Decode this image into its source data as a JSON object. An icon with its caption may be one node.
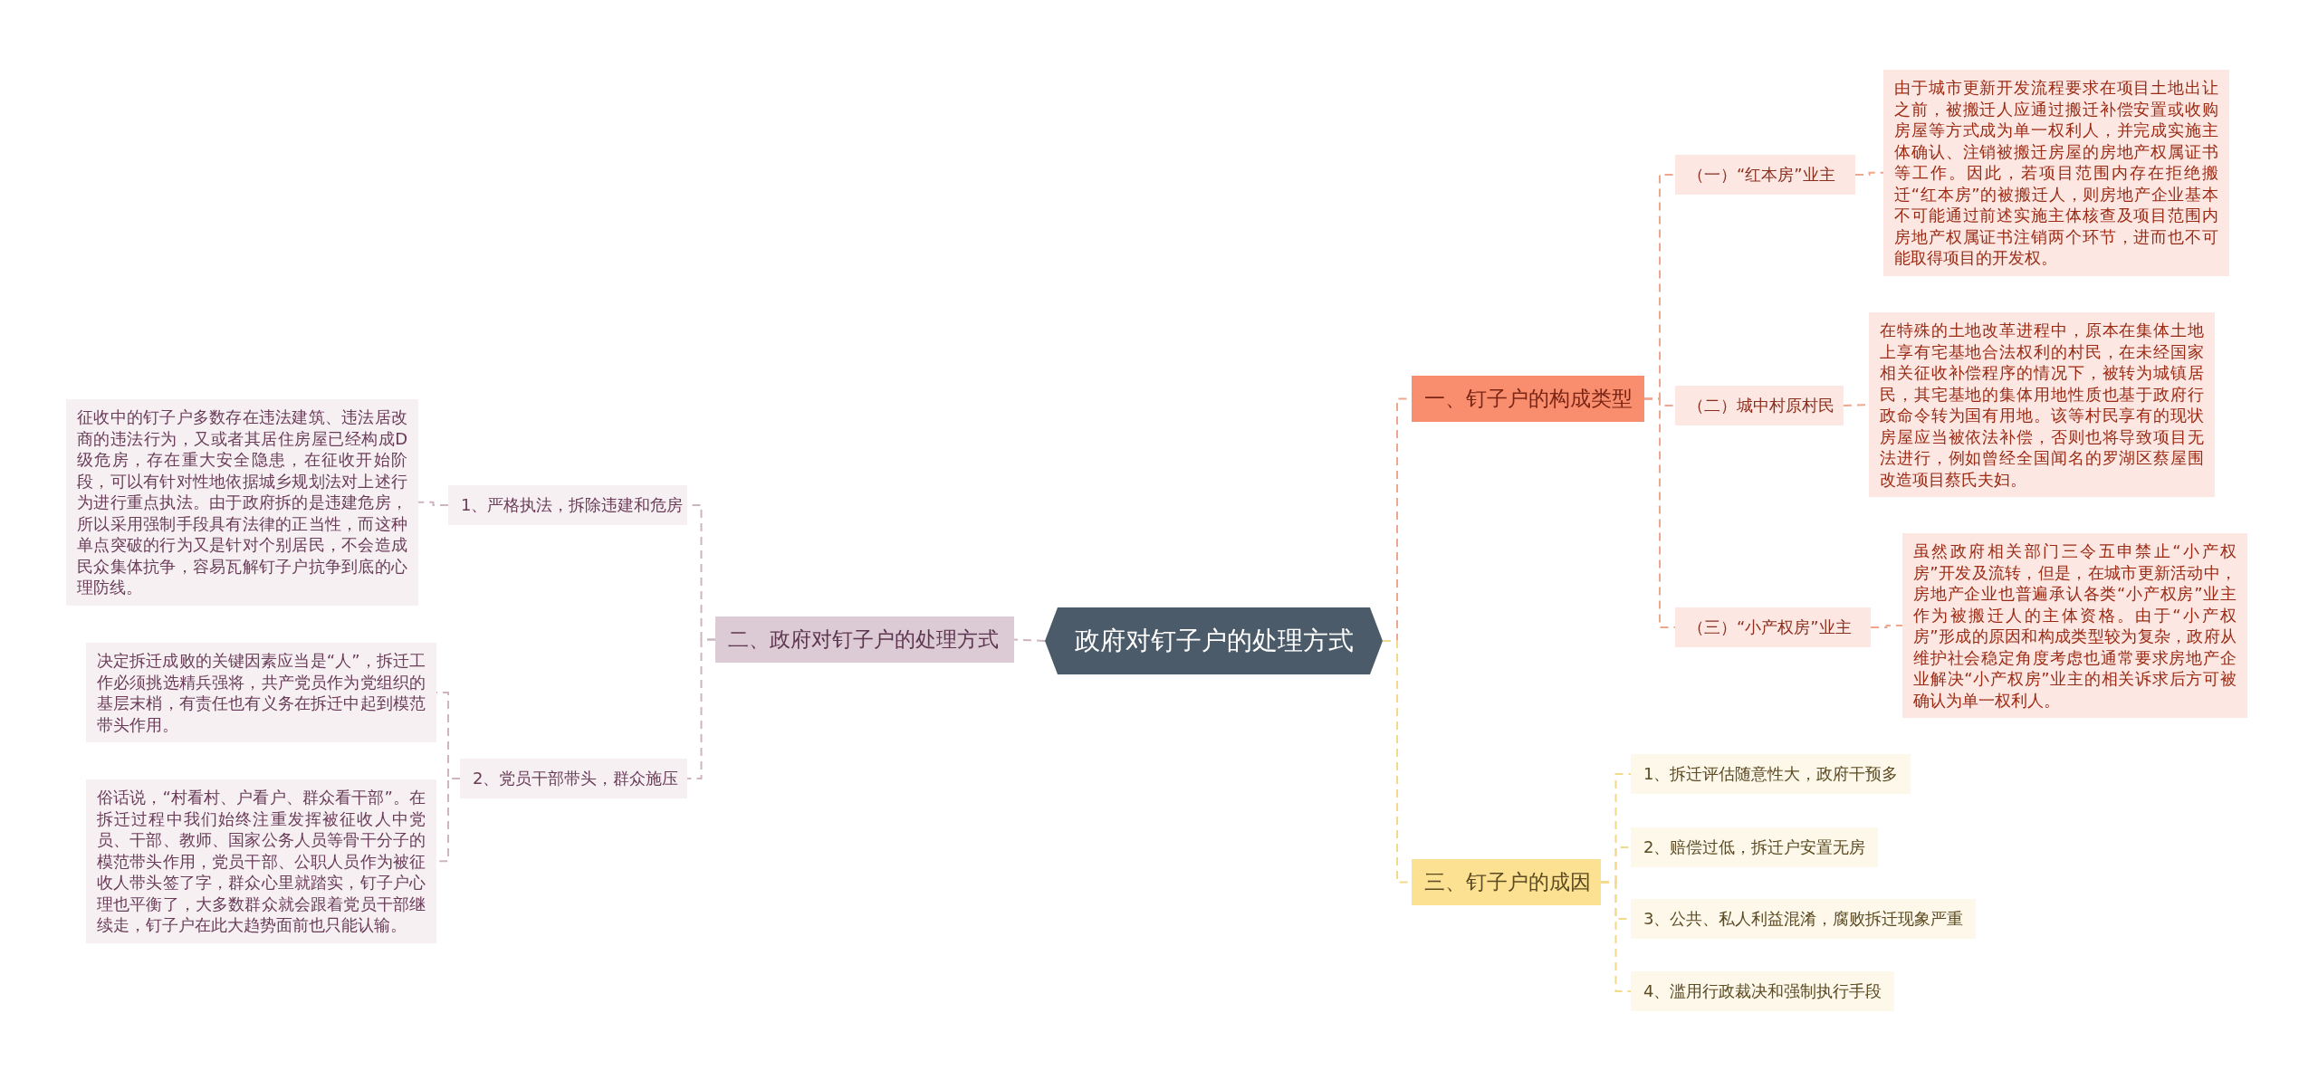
{
  "diagram": {
    "nodes": [
      {
        "text": [
          "政府对钉子户的处理方式"
        ]
      },
      {
        "text": [
          "一、钉子户的构成类型"
        ]
      },
      {
        "text": [
          "（一）“红本房”业主"
        ]
      },
      {
        "text": [
          "由于城市更新开发流程要求在项目土地出让之前，被搬迁人应通过搬迁补偿安置或收购房屋等方式成为单一权利人，并完成实施主体确认、注销被搬迁房屋的房地产权属证书等工作。因此，若项目范围内存在拒绝搬迁“红本房”的被搬迁人，则房地产企业基本不可能通过前述实施主体核查及项目范围内房地产权属证书注销两个环节，进而也不可能取得项目的开发权。"
        ]
      },
      {
        "text": [
          "（二）城中村原村民"
        ]
      },
      {
        "text": [
          "在特殊的土地改革进程中，原本在集体土地上享有宅基地合法权利的村民，在未经国家相关征收补偿程序的情况下，被转为城镇居民，其宅基地的集体用地性质也基于政府行政命令转为国有用地。该等村民享有的现状房屋应当被依法补偿，否则也将导致项目无法进行，例如曾经全国闻名的罗湖区蔡屋围改造项目蔡氏夫妇。"
        ]
      },
      {
        "text": [
          "（三）“小产权房”业主"
        ]
      },
      {
        "text": [
          "虽然政府相关部门三令五申禁止“小产权房”开发及流转，但是，在城市更新活动中，房地产企业也普遍承认各类“小产权房”业主作为被搬迁人的主体资格。由于“小产权房”形成的原因和构成类型较为复杂，政府从维护社会稳定角度考虑也通常要求房地产企业解决“小产权房”业主的相关诉求后方可被确认为单一权利人。"
        ]
      },
      {
        "text": [
          "三、钉子户的成因"
        ]
      },
      {
        "text": [
          "1、拆迁评估随意性大，政府干预多"
        ]
      },
      {
        "text": [
          "2、赔偿过低，拆迁户安置无房"
        ]
      },
      {
        "text": [
          "3、公共、私人利益混淆，腐败拆迁现象严重"
        ]
      },
      {
        "text": [
          "4、滥用行政裁决和强制执行手段"
        ]
      },
      {
        "text": [
          "二、政府对钉子户的处理方式"
        ]
      },
      {
        "text": [
          "1、严格执法，拆除违建和危房"
        ]
      },
      {
        "text": [
          "征收中的钉子户多数存在违法建筑、违法居改商的违法行为，又或者其居住房屋已经构成D级危房，存在重大安全隐患，在征收开始阶段，可以有针对性地依据城乡规划法对上述行为进行重点执法。由于政府拆的是违建危房，所以采用强制手段具有法律的正当性，而这种单点突破的行为又是针对个别居民，不会造成民众集体抗争，容易瓦解钉子户抗争到底的心理防线。"
        ]
      },
      {
        "text": [
          "2、党员干部带头，群众施压"
        ]
      },
      {
        "text": [
          "决定拆迁成败的关键因素应当是“人”，拆迁工作必须挑选精兵强将，共产党员作为党组织的基层末梢，有责任也有义务在拆迁中起到模范带头作用。"
        ]
      },
      {
        "text": [
          "俗话说，“村看村、户看户、群众看干部”。在拆迁过程中我们始终注重发挥被征收人中党员、干部、教师、国家公务人员等骨干分子的模范带头作用，党员干部、公职人员作为被征收人带头签了字，群众心里就踏实，钉子户心理也平衡了，大多数群众就会跟着党员干部继续走，钉子户在此大趋势面前也只能认输。"
        ]
      }
    ],
    "edges": [
      {
        "from": 0,
        "to": 1,
        "arrow": "none",
        "style": "dashed",
        "color": "#f0a58f"
      },
      {
        "from": 1,
        "to": 2,
        "arrow": "none",
        "style": "dashed",
        "color": "#f0a58f"
      },
      {
        "from": 2,
        "to": 3,
        "arrow": "none",
        "style": "dashed",
        "color": "#f0a58f"
      },
      {
        "from": 1,
        "to": 4,
        "arrow": "none",
        "style": "dashed",
        "color": "#f0a58f"
      },
      {
        "from": 4,
        "to": 5,
        "arrow": "none",
        "style": "dashed",
        "color": "#f0a58f"
      },
      {
        "from": 1,
        "to": 6,
        "arrow": "none",
        "style": "dashed",
        "color": "#f0a58f"
      },
      {
        "from": 6,
        "to": 7,
        "arrow": "none",
        "style": "dashed",
        "color": "#f0a58f"
      },
      {
        "from": 0,
        "to": 8,
        "arrow": "none",
        "style": "dashed",
        "color": "#f3d98a"
      },
      {
        "from": 8,
        "to": 9,
        "arrow": "none",
        "style": "dashed",
        "color": "#f3d98a"
      },
      {
        "from": 8,
        "to": 10,
        "arrow": "none",
        "style": "dashed",
        "color": "#f3d98a"
      },
      {
        "from": 8,
        "to": 11,
        "arrow": "none",
        "style": "dashed",
        "color": "#f3d98a"
      },
      {
        "from": 8,
        "to": 12,
        "arrow": "none",
        "style": "dashed",
        "color": "#f3d98a"
      },
      {
        "from": 0,
        "to": 13,
        "arrow": "none",
        "style": "dashed",
        "color": "#cfb4c2"
      },
      {
        "from": 13,
        "to": 14,
        "arrow": "none",
        "style": "dashed",
        "color": "#cfb4c2"
      },
      {
        "from": 14,
        "to": 15,
        "arrow": "none",
        "style": "dashed",
        "color": "#cfb4c2"
      },
      {
        "from": 13,
        "to": 16,
        "arrow": "none",
        "style": "dashed",
        "color": "#cfb4c2"
      },
      {
        "from": 16,
        "to": 17,
        "arrow": "none",
        "style": "dashed",
        "color": "#cfb4c2"
      },
      {
        "from": 16,
        "to": 18,
        "arrow": "none",
        "style": "dashed",
        "color": "#cfb4c2"
      }
    ]
  }
}
